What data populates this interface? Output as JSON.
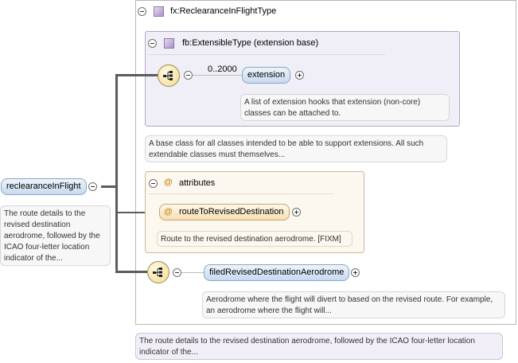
{
  "outer_type": {
    "title": "fx:ReclearanceInFlightType"
  },
  "extension_base": {
    "title": "fb:ExtensibleType (extension base)"
  },
  "extension_element": {
    "occurrence": "0..2000",
    "name": "extension",
    "doc": "A list of extension hooks that extension (non-core) classes can be attached to."
  },
  "extensible_doc": "A base class for all classes intended to be able to support extensions. All such extendable classes must themselves...",
  "attributes": {
    "title": "attributes",
    "at_symbol": "@",
    "item": "routeToRevisedDestination",
    "doc": "Route to the revised destination aerodrome. [FIXM]"
  },
  "filed_element": {
    "name": "filedRevisedDestinationAerodrome",
    "doc": "Aerodrome where the flight will divert to based on the revised route. For example, an aerodrome where the flight will..."
  },
  "root_element": {
    "name": "reclearanceInFlight",
    "doc": "The route details to the revised destination aerodrome, followed by the ICAO four-letter location indicator of the..."
  },
  "type_doc": "The route details to the revised destination aerodrome, followed by the ICAO four-letter location indicator of the..."
}
